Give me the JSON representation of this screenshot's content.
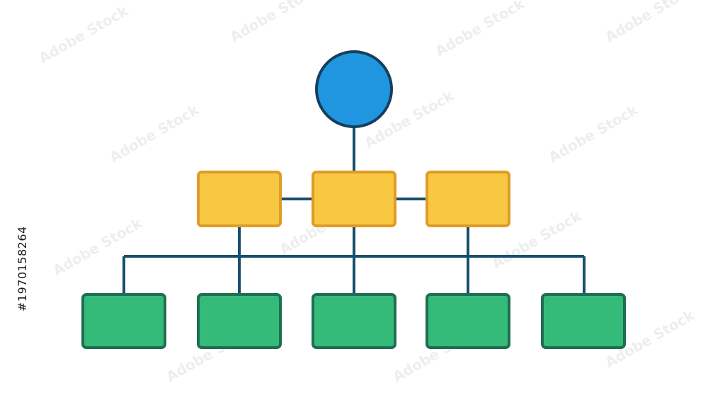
{
  "diagram": {
    "type": "org-chart",
    "root": {
      "shape": "circle",
      "color": "#2196e0",
      "stroke": "#163f5c"
    },
    "middle_tier": [
      {
        "color": "#f8c842",
        "stroke": "#e09b26"
      },
      {
        "color": "#f8c842",
        "stroke": "#e09b26"
      },
      {
        "color": "#f8c842",
        "stroke": "#e09b26"
      }
    ],
    "bottom_tier": [
      {
        "color": "#34bb79",
        "stroke": "#1f6e52"
      },
      {
        "color": "#34bb79",
        "stroke": "#1f6e52"
      },
      {
        "color": "#34bb79",
        "stroke": "#1f6e52"
      },
      {
        "color": "#34bb79",
        "stroke": "#1f6e52"
      },
      {
        "color": "#34bb79",
        "stroke": "#1f6e52"
      }
    ],
    "connector_color": "#17506e"
  },
  "stock_id": "#1970158264",
  "watermark": {
    "brand": "Adobe Stock"
  }
}
